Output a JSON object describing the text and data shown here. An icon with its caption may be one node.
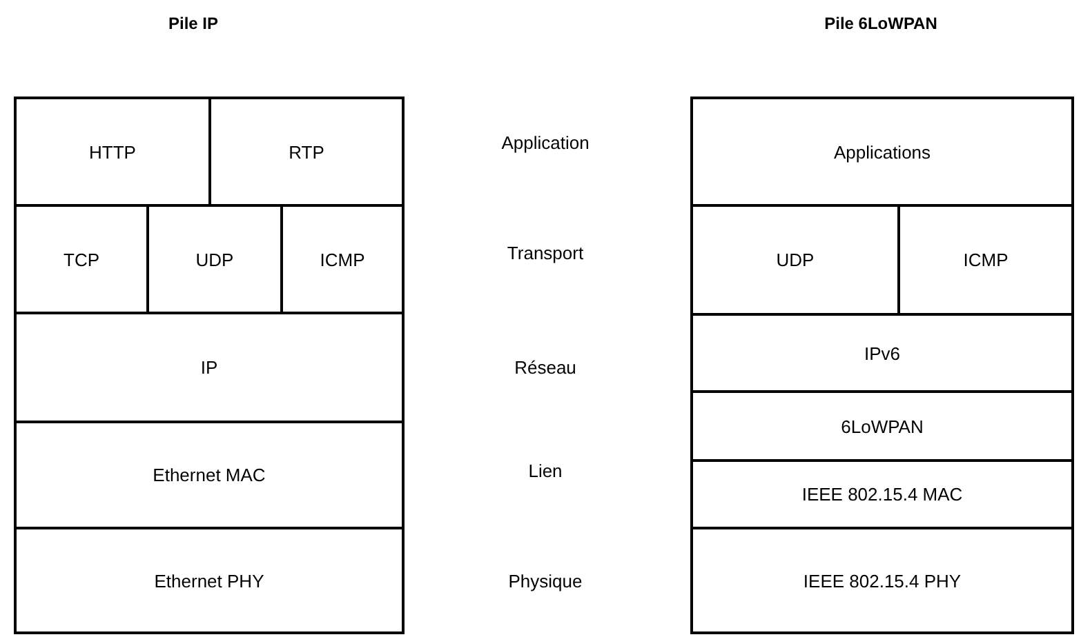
{
  "diagram": {
    "nodes": [
      {
        "text": [
          "Pile IP"
        ]
      },
      {
        "text": [
          "HTTP"
        ],
        "in": 0
      },
      {
        "text": [
          "RTP"
        ],
        "in": 0
      },
      {
        "text": [
          "TCP"
        ],
        "in": 0
      },
      {
        "text": [
          "UDP"
        ],
        "in": 0
      },
      {
        "text": [
          "ICMP"
        ],
        "in": 0
      },
      {
        "text": [
          "IP"
        ],
        "in": 0
      },
      {
        "text": [
          "Ethernet MAC"
        ],
        "in": 0
      },
      {
        "text": [
          "Ethernet PHY"
        ],
        "in": 0
      },
      {
        "text": [
          "Pile 6LoWPAN"
        ]
      },
      {
        "text": [
          "Applications"
        ],
        "in": 9
      },
      {
        "text": [
          "UDP"
        ],
        "in": 9
      },
      {
        "text": [
          "ICMP"
        ],
        "in": 9
      },
      {
        "text": [
          "IPv6"
        ],
        "in": 9
      },
      {
        "text": [
          "6LoWPAN"
        ],
        "in": 9
      },
      {
        "text": [
          "IEEE 802.15.4 MAC"
        ],
        "in": 9
      },
      {
        "text": [
          "IEEE 802.15.4 PHY"
        ],
        "in": 9
      }
    ],
    "labels": [
      "Application",
      "Transport",
      "Réseau",
      "Lien",
      "Physique"
    ]
  }
}
